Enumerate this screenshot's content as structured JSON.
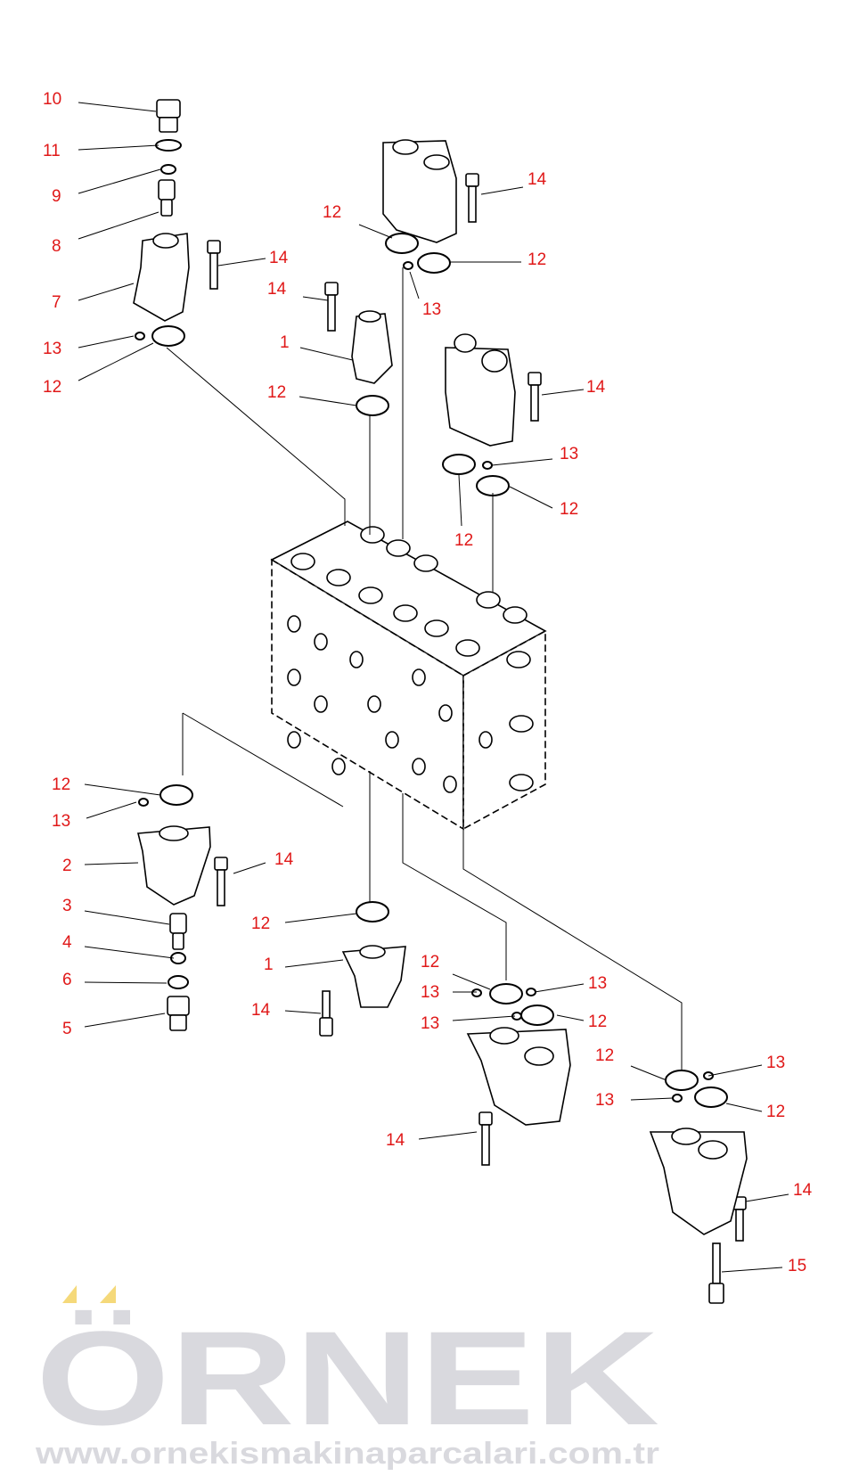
{
  "watermark": {
    "brand": "ÖRNEK",
    "url": "www.ornekismakinaparcalari.com.tr",
    "accent": "#f5d97a"
  },
  "label_color": "#e01818",
  "labels": [
    "10",
    "11",
    "9",
    "8",
    "7",
    "14",
    "13",
    "12",
    "12",
    "14",
    "12",
    "13",
    "14",
    "1",
    "12",
    "14",
    "13",
    "12",
    "12",
    "12",
    "13",
    "2",
    "14",
    "3",
    "4",
    "6",
    "5",
    "12",
    "1",
    "14",
    "12",
    "13",
    "13",
    "13",
    "12",
    "14",
    "12",
    "13",
    "13",
    "12",
    "14",
    "15"
  ]
}
